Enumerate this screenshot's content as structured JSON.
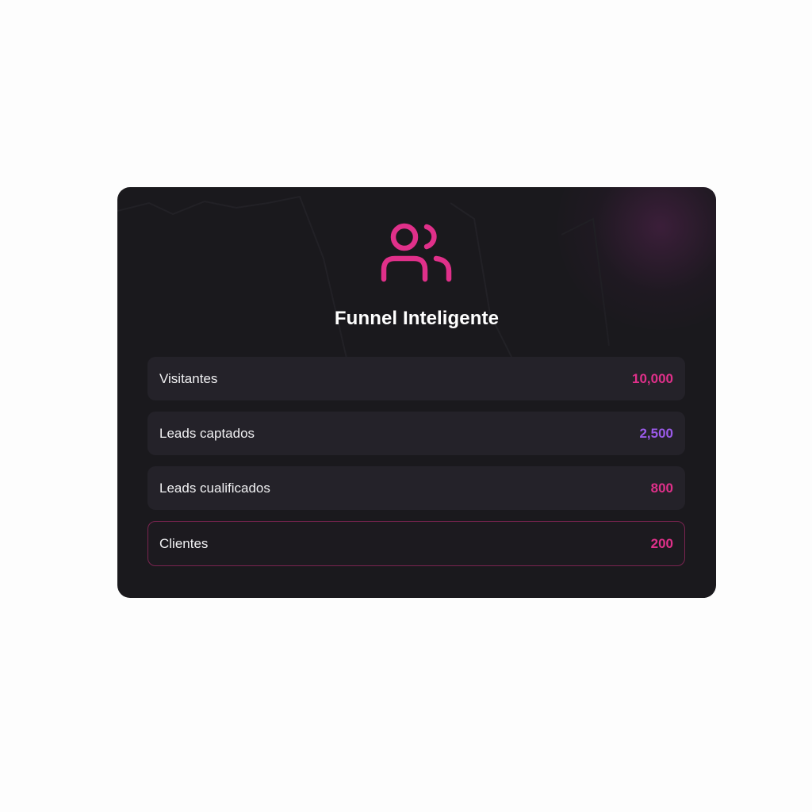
{
  "card": {
    "title": "Funnel Inteligente",
    "icon": "users-icon",
    "accent": "#e0308a"
  },
  "funnel": [
    {
      "label": "Visitantes",
      "value": "10,000",
      "color": "#e0308a"
    },
    {
      "label": "Leads captados",
      "value": "2,500",
      "color": "#9a5ae8"
    },
    {
      "label": "Leads cualificados",
      "value": "800",
      "color": "#e0308a"
    },
    {
      "label": "Clientes",
      "value": "200",
      "color": "#e0308a",
      "highlight": true
    }
  ]
}
